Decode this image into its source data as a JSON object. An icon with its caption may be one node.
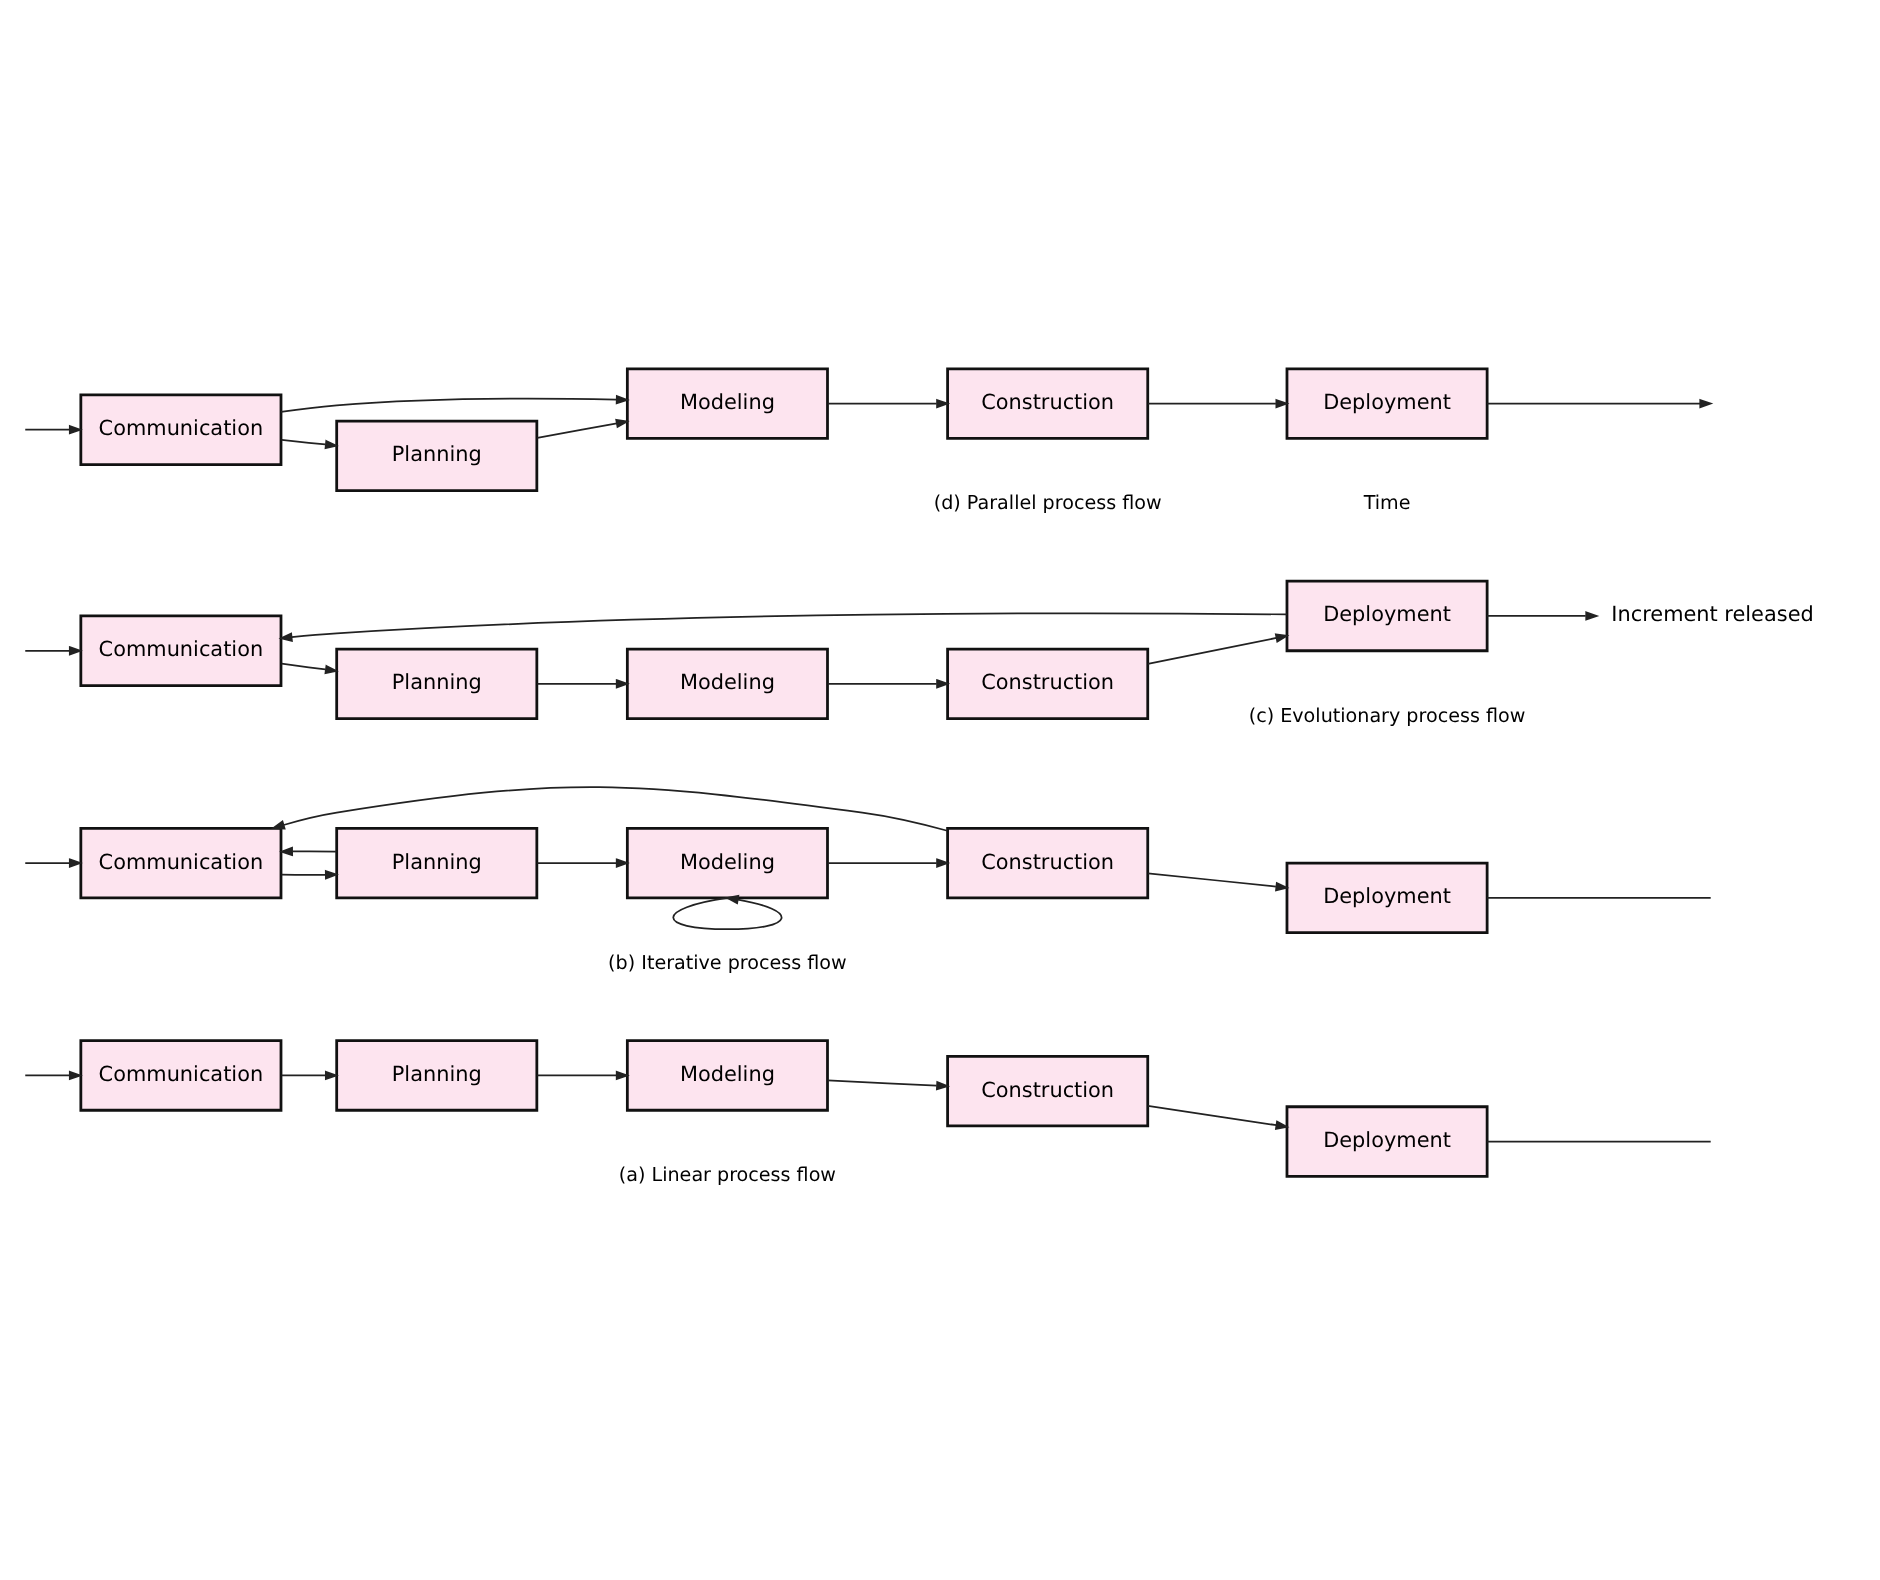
{
  "diagram": {
    "nodes": [
      {
        "text": [
          "Communication"
        ]
      },
      {
        "text": [
          "Planning"
        ]
      },
      {
        "text": [
          "Modeling"
        ]
      },
      {
        "text": [
          "Construction"
        ]
      },
      {
        "text": [
          "Deployment"
        ]
      },
      {
        "text": [
          "Communication"
        ]
      },
      {
        "text": [
          "Planning"
        ]
      },
      {
        "text": [
          "Modeling"
        ]
      },
      {
        "text": [
          "Construction"
        ]
      },
      {
        "text": [
          "Deployment"
        ]
      },
      {
        "text": [
          "Planning"
        ]
      },
      {
        "text": [
          "Modeling"
        ]
      },
      {
        "text": [
          "Communication"
        ]
      },
      {
        "text": [
          "Deployment"
        ]
      },
      {
        "text": [
          "Construction"
        ]
      },
      {
        "text": [
          "Increment released"
        ]
      },
      {
        "text": [
          "Communication"
        ]
      },
      {
        "text": [
          "Planning"
        ]
      },
      {
        "text": [
          "Modeling"
        ]
      },
      {
        "text": [
          "Construction"
        ]
      },
      {
        "text": [
          "Deployment"
        ]
      }
    ],
    "edges": [
      {
        "from": null,
        "to": 0,
        "arrow": "to"
      },
      {
        "from": 0,
        "to": 1,
        "arrow": "to"
      },
      {
        "from": 1,
        "to": 2,
        "arrow": "to"
      },
      {
        "from": 2,
        "to": 3,
        "arrow": "to"
      },
      {
        "from": 3,
        "to": 4,
        "arrow": "to"
      },
      {
        "from": 4,
        "to": null,
        "arrow": "none"
      },
      {
        "from": null,
        "to": 5,
        "arrow": "to"
      },
      {
        "from": 5,
        "to": 6,
        "arrow": "to"
      },
      {
        "from": 6,
        "to": 7,
        "arrow": "to"
      },
      {
        "from": 7,
        "to": 8,
        "arrow": "to"
      },
      {
        "from": 8,
        "to": 9,
        "arrow": "to"
      },
      {
        "from": 9,
        "to": null,
        "arrow": "none"
      },
      {
        "from": 6,
        "to": 5,
        "arrow": "to"
      },
      {
        "from": 7,
        "to": 7,
        "arrow": "to"
      },
      {
        "from": 8,
        "to": 5,
        "arrow": "to"
      },
      {
        "from": null,
        "to": 12,
        "arrow": "to"
      },
      {
        "from": 12,
        "to": 10,
        "arrow": "to"
      },
      {
        "from": 10,
        "to": 11,
        "arrow": "to"
      },
      {
        "from": 11,
        "to": 14,
        "arrow": "to"
      },
      {
        "from": 14,
        "to": 13,
        "arrow": "to"
      },
      {
        "from": 13,
        "to": 12,
        "arrow": "to"
      },
      {
        "from": 13,
        "to": 15,
        "arrow": "to"
      },
      {
        "from": null,
        "to": 16,
        "arrow": "to"
      },
      {
        "from": 16,
        "to": 17,
        "arrow": "to"
      },
      {
        "from": 16,
        "to": 18,
        "arrow": "to"
      },
      {
        "from": 17,
        "to": 18,
        "arrow": "to"
      },
      {
        "from": 18,
        "to": 19,
        "arrow": "to"
      },
      {
        "from": 19,
        "to": 20,
        "arrow": "to"
      },
      {
        "from": 20,
        "to": null,
        "arrow": "to"
      }
    ],
    "labels": [
      "(a) Linear process flow",
      "(b) Iterative process flow",
      "(c) Evolutionary process flow",
      "Time",
      "(d) Parallel process flow"
    ]
  }
}
